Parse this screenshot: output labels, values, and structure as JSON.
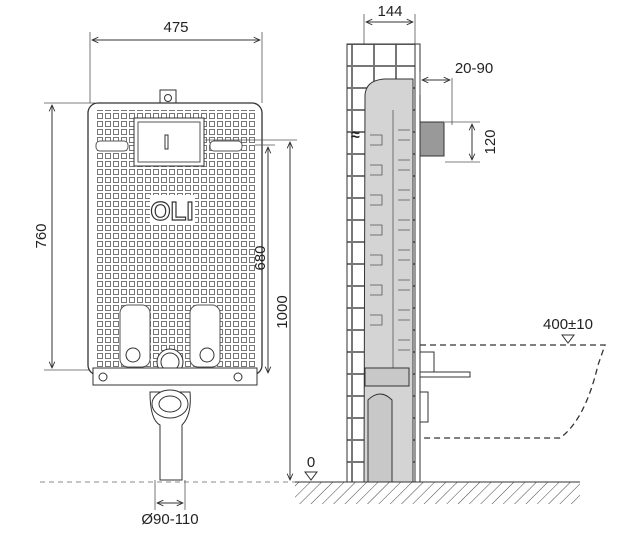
{
  "title": "Concealed cistern installation dimensions",
  "logo_text": "OLI",
  "front_view": {
    "width_label": "475",
    "height_label": "760",
    "inner_height_label": "680",
    "total_height_label": "1000",
    "floor_label": "0",
    "drain_diameter_label": "Ø90-110"
  },
  "side_view": {
    "depth_label": "144",
    "offset_label": "20-90",
    "plate_height_label": "120",
    "bowl_height_label": "400±10"
  },
  "colors": {
    "line": "#333333",
    "tank_fill": "#d4d4d4",
    "background": "#ffffff"
  }
}
